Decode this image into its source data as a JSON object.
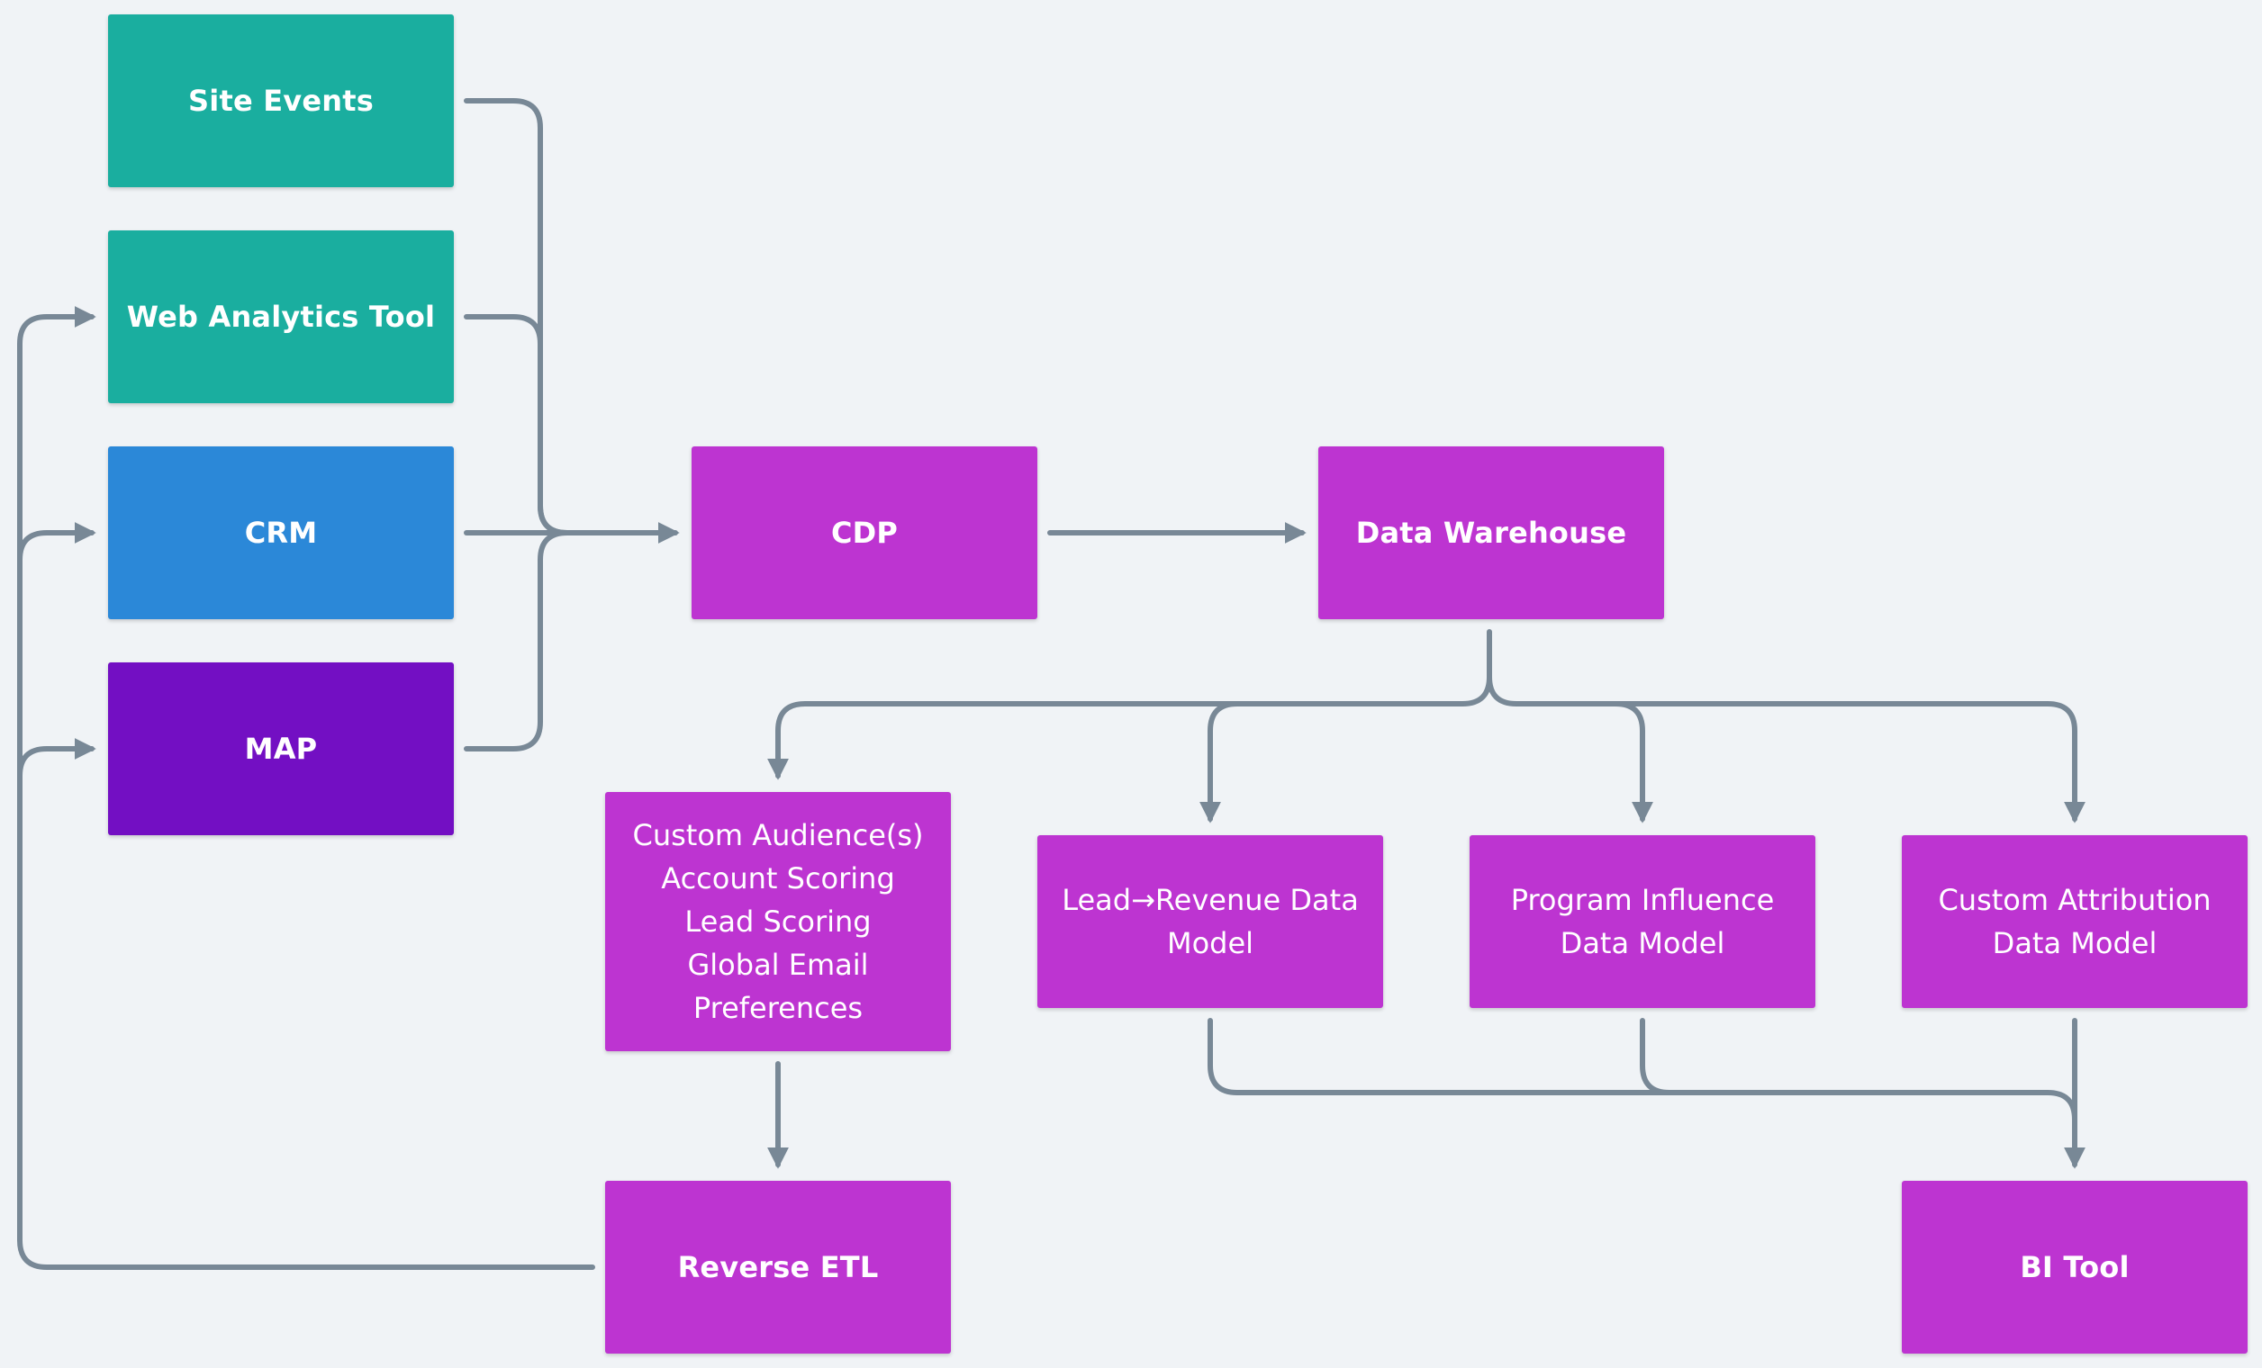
{
  "colors": {
    "background": "#f0f3f6",
    "teal": "#1aae9f",
    "blue": "#2b88d8",
    "violet": "#730fc3",
    "magenta": "#bd34d1",
    "connector": "#788896"
  },
  "nodes": {
    "site_events": {
      "label": "Site Events"
    },
    "web_analytics": {
      "label": "Web Analytics Tool"
    },
    "crm": {
      "label": "CRM"
    },
    "map": {
      "label": "MAP"
    },
    "cdp": {
      "label": "CDP"
    },
    "data_warehouse": {
      "label": "Data Warehouse"
    },
    "audiences": {
      "lines": [
        "Custom Audience(s)",
        "Account Scoring",
        "Lead Scoring",
        "Global Email",
        "Preferences"
      ]
    },
    "lead_revenue": {
      "lines": [
        "Lead→Revenue Data",
        "Model"
      ]
    },
    "program_influence": {
      "lines": [
        "Program Influence",
        "Data Model"
      ]
    },
    "custom_attribution": {
      "lines": [
        "Custom Attribution",
        "Data Model"
      ]
    },
    "reverse_etl": {
      "label": "Reverse ETL"
    },
    "bi_tool": {
      "label": "BI Tool"
    }
  }
}
